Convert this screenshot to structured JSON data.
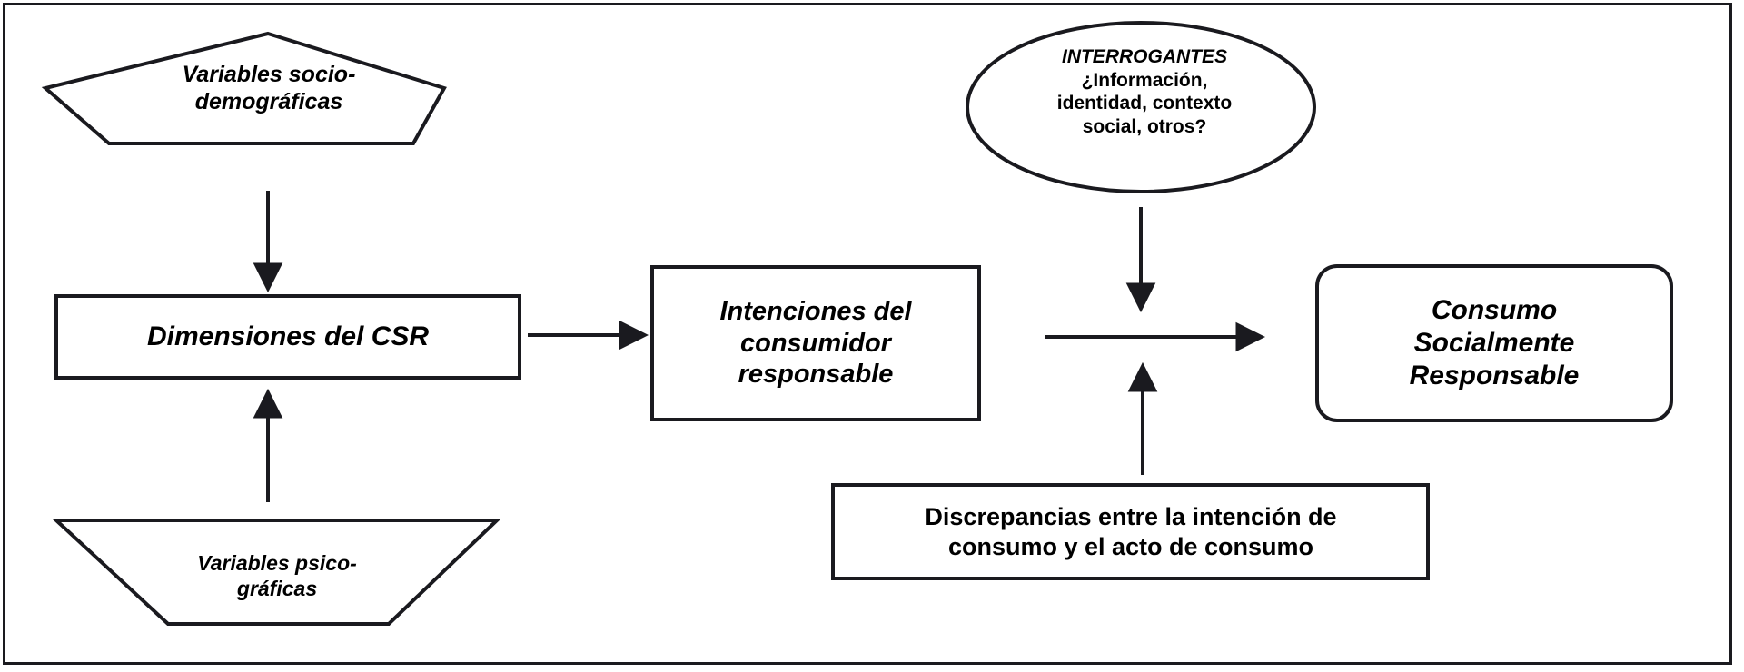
{
  "figure": {
    "type": "flowchart-diagram",
    "background_color": "#ffffff",
    "line_color": "#1a1a1f",
    "text_color": "#000000"
  },
  "nodes": {
    "pentagon": {
      "shape": "pentagon",
      "label": "Variables socio-demográficas",
      "lines": [
        "Variables socio-",
        "demográficas"
      ],
      "style": "bold-italic"
    },
    "dimensiones": {
      "shape": "rectangle",
      "label": "Dimensiones del CSR",
      "lines": [
        "Dimensiones del CSR"
      ],
      "style": "bold-italic"
    },
    "trapezoid": {
      "shape": "trapezoid",
      "label": "Variables psico-gráficas",
      "lines": [
        "Variables psico-gráficas"
      ],
      "style": "bold-italic"
    },
    "intenciones": {
      "shape": "rectangle",
      "label": "Intenciones del consumidor responsable",
      "lines": [
        "Intenciones del",
        "consumidor",
        "responsable"
      ],
      "style": "bold-italic"
    },
    "ellipse": {
      "shape": "ellipse",
      "title": "INTERROGANTES",
      "title_style": "bold-italic",
      "lines": [
        "¿Información,",
        "identidad, contexto",
        "social, otros?"
      ],
      "style": "bold"
    },
    "consumo": {
      "shape": "rounded-rectangle",
      "label": "Consumo Socialmente Responsable",
      "lines": [
        "Consumo",
        "Socialmente",
        "Responsable"
      ],
      "style": "bold-italic"
    },
    "discrepancias": {
      "shape": "rectangle",
      "label": "Discrepancias entre la intención de consumo y el acto de consumo",
      "lines": [
        "Discrepancias entre la intención de",
        "consumo y el acto de consumo"
      ],
      "style": "bold"
    }
  },
  "connectors": [
    {
      "name": "pentagon-to-dimensiones",
      "from": "pentagon",
      "to": "dimensiones",
      "direction": "down",
      "arrowhead": "filled-triangle"
    },
    {
      "name": "trapezoid-to-dimensiones",
      "from": "trapezoid",
      "to": "dimensiones",
      "direction": "up",
      "arrowhead": "filled-triangle"
    },
    {
      "name": "dimensiones-to-intenciones",
      "from": "dimensiones",
      "to": "intenciones",
      "direction": "right",
      "arrowhead": "filled-triangle"
    },
    {
      "name": "ellipse-to-flow",
      "from": "ellipse",
      "to": "intenciones-consumo-link",
      "direction": "down",
      "arrowhead": "filled-triangle"
    },
    {
      "name": "intenciones-to-consumo",
      "from": "intenciones",
      "to": "consumo",
      "direction": "right",
      "arrowhead": "filled-triangle"
    },
    {
      "name": "discrepancias-to-flow",
      "from": "discrepancias",
      "to": "intenciones-consumo-link",
      "direction": "up",
      "arrowhead": "filled-triangle"
    }
  ]
}
